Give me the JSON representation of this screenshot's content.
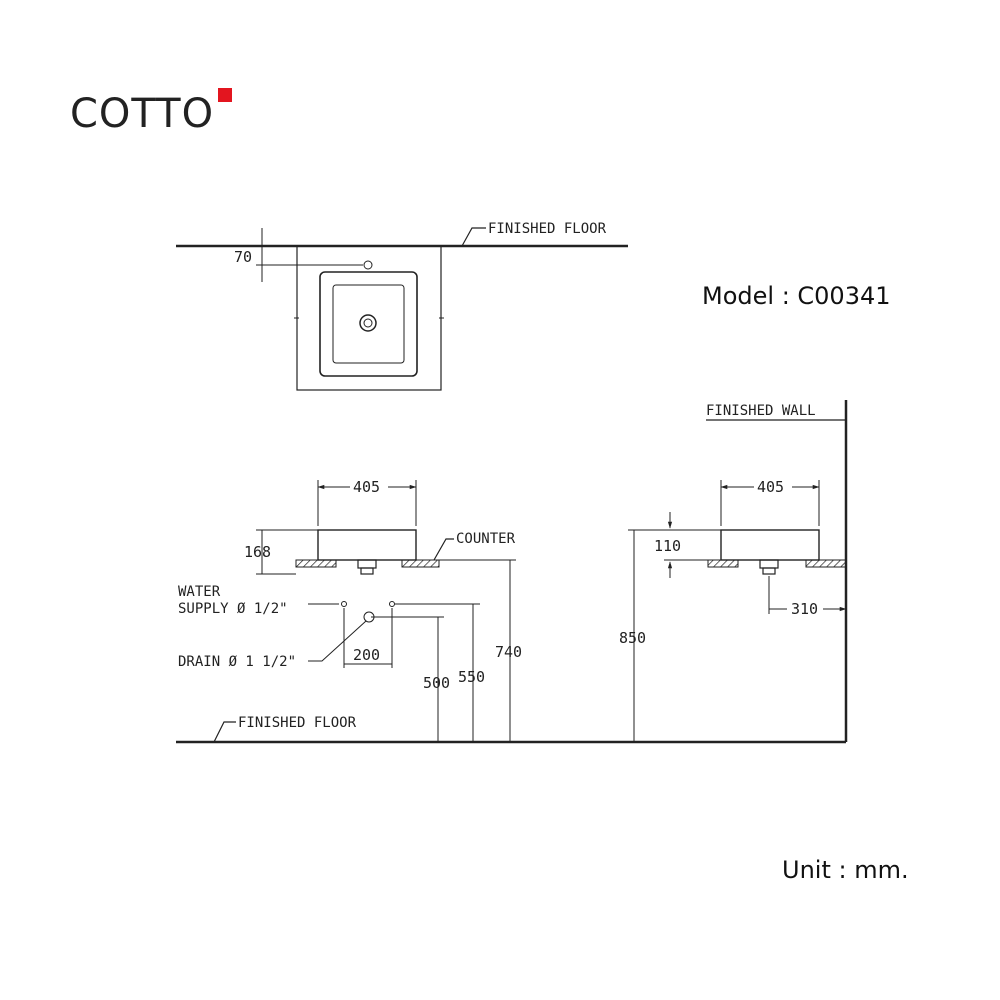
{
  "brand": {
    "name": "COTTO",
    "accent_color": "#e3151f"
  },
  "model_label": "Model : C00341",
  "unit_label": "Unit : mm.",
  "labels": {
    "finished_floor_top": "FINISHED FLOOR",
    "finished_floor_bottom": "FINISHED FLOOR",
    "finished_wall": "FINISHED WALL",
    "counter": "COUNTER",
    "water_supply_line1": "WATER",
    "water_supply_line2": "SUPPLY Ø 1/2\"",
    "drain": "DRAIN Ø 1 1/2\""
  },
  "dimensions": {
    "top_view_offset": "70",
    "front_width": "405",
    "front_height": "168",
    "supply_spacing": "200",
    "drain_height": "500",
    "supply_height": "550",
    "counter_height": "740",
    "side_width": "405",
    "side_height": "110",
    "overall_height": "850",
    "wall_to_drain": "310"
  }
}
